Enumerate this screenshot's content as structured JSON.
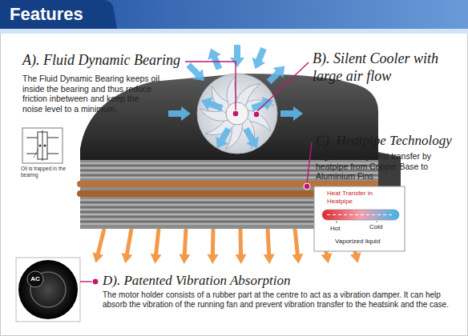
{
  "diagram": {
    "title": "Features",
    "labels": [
      "A). Fluid Dynamic Bearing",
      "The Fluid Dynamic Bearing keeps oil inside the bearing and thus reduce friction inbetween and keep the noise level to a minimum.",
      "Oil is trapped in the bearing",
      "B). Silent Cooler with large air flow",
      "C). Heatpipe Technology",
      "High efficiency heat transfer by heatpipe from Copper Base to Aluminium Fins",
      "Heat Transfer in Heatpipe",
      "Hot",
      "Cold",
      "Vaporized liquid",
      "AC",
      "D). Patented Vibration Absorption",
      "The motor holder consists of a rubber part at the centre to act as a vibration damper. It can help absorb the vibration of the running fan and prevent vibration transfer to the heatsink and the case."
    ]
  }
}
